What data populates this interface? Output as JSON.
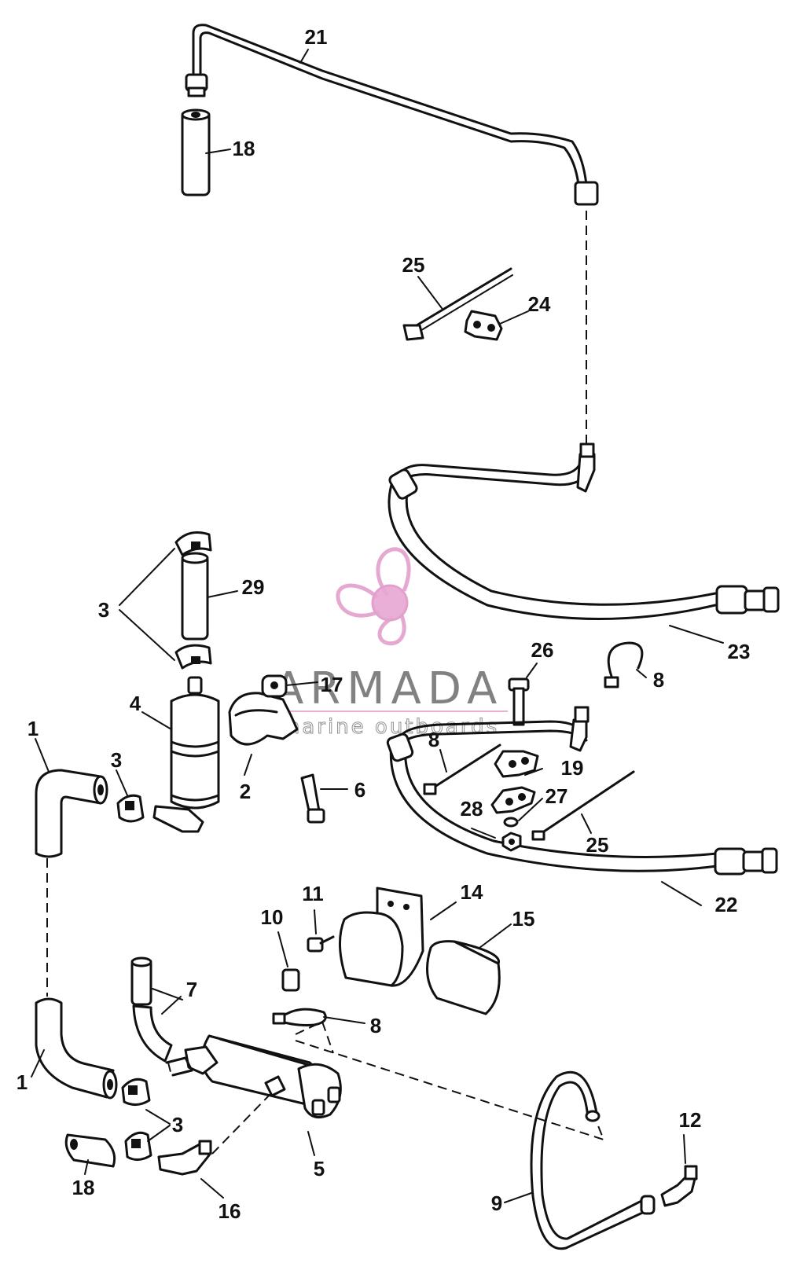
{
  "watermark": {
    "name": "ARMADA",
    "tagline": "marine outboards",
    "color": "#e2a0cc"
  },
  "callouts": {
    "c21": "21",
    "c18a": "18",
    "c25a": "25",
    "c24": "24",
    "c3a": "3",
    "c29": "29",
    "c23": "23",
    "c26": "26",
    "c8a": "8",
    "c17": "17",
    "c4": "4",
    "c1a": "1",
    "c3b": "3",
    "c2": "2",
    "c6": "6",
    "c8b": "8",
    "c19": "19",
    "c27": "27",
    "c28": "28",
    "c25b": "25",
    "c22": "22",
    "c11": "11",
    "c14": "14",
    "c10": "10",
    "c15": "15",
    "c7": "7",
    "c8c": "8",
    "c1b": "1",
    "c3c": "3",
    "c18b": "18",
    "c5": "5",
    "c16": "16",
    "c12": "12",
    "c9": "9"
  }
}
